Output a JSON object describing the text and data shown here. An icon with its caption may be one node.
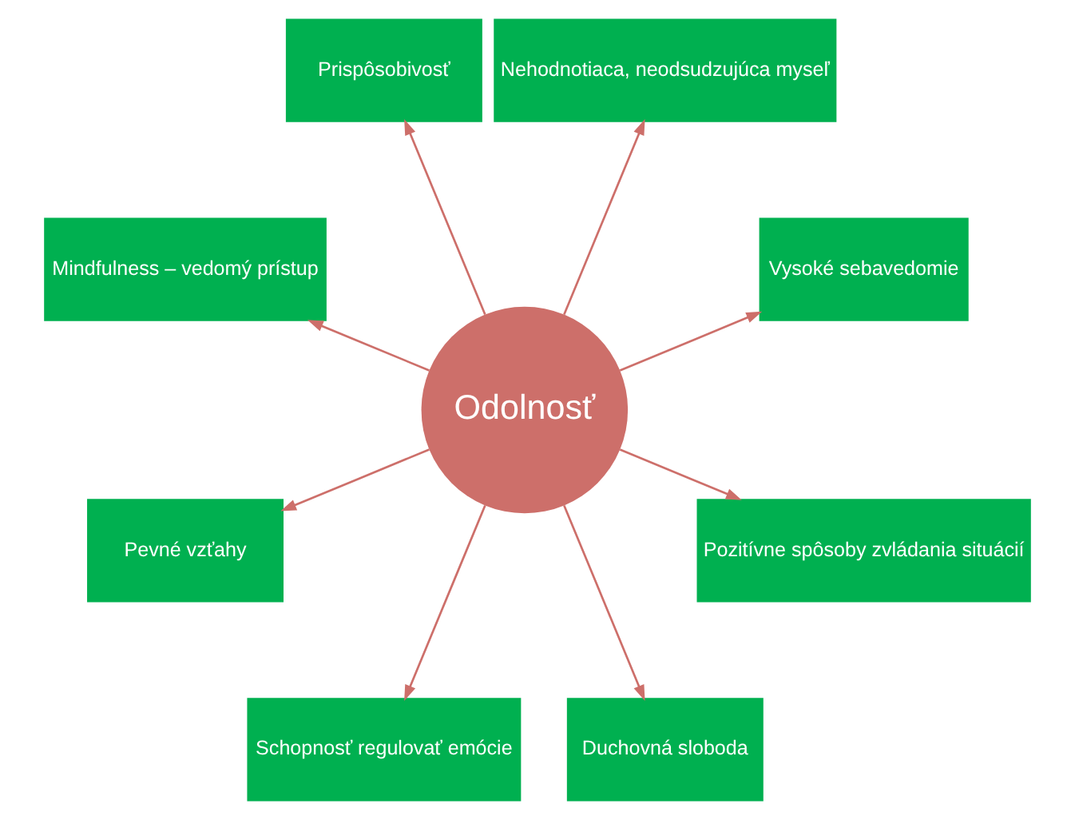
{
  "diagram": {
    "nodes": [
      {
        "text": [
          "Vysoké sebavedomie"
        ]
      },
      {
        "text": [
          "Nehodnotiaca, neodsudzujúca myseľ"
        ]
      },
      {
        "text": [
          "Prispôsobivosť"
        ]
      },
      {
        "text": [
          "Odolnosť"
        ]
      },
      {
        "text": [
          "Mindfulness – vedomý prístup"
        ]
      },
      {
        "text": [
          "Pevné vzťahy"
        ]
      },
      {
        "text": [
          "Schopnosť regulovať emócie"
        ]
      },
      {
        "text": [
          "Duchovná sloboda"
        ]
      },
      {
        "text": [
          "Pozitívne spôsoby zvládania situácií"
        ]
      }
    ],
    "edges": [
      {
        "from": 3,
        "to": 0,
        "arrow": "to"
      },
      {
        "from": 3,
        "to": 1,
        "arrow": "to"
      },
      {
        "from": 3,
        "to": 2,
        "arrow": "to"
      },
      {
        "from": 3,
        "to": 4,
        "arrow": "to"
      },
      {
        "from": 3,
        "to": 5,
        "arrow": "to"
      },
      {
        "from": 3,
        "to": 6,
        "arrow": "to"
      },
      {
        "from": 3,
        "to": 7,
        "arrow": "to"
      },
      {
        "from": 3,
        "to": 8,
        "arrow": "to"
      }
    ]
  }
}
